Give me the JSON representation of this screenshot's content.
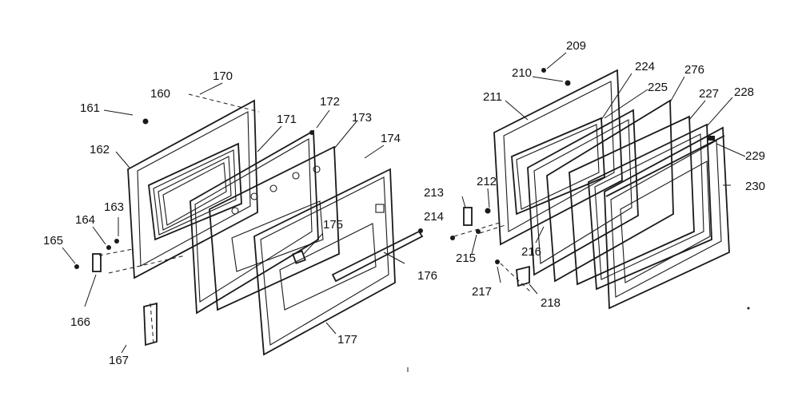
{
  "diagram": {
    "labels": {
      "p160": "160",
      "p161": "161",
      "p162": "162",
      "p163": "163",
      "p164": "164",
      "p165": "165",
      "p166": "166",
      "p167": "167",
      "p170": "170",
      "p171": "171",
      "p172": "172",
      "p173": "173",
      "p174": "174",
      "p175": "175",
      "p176": "176",
      "p177": "177",
      "p209": "209",
      "p210": "210",
      "p211": "211",
      "p212": "212",
      "p213": "213",
      "p214": "214",
      "p215": "215",
      "p216": "216",
      "p217": "217",
      "p218": "218",
      "p224": "224",
      "p225": "225",
      "p227": "227",
      "p228": "228",
      "p229": "229",
      "p230": "230",
      "p276": "276"
    }
  }
}
